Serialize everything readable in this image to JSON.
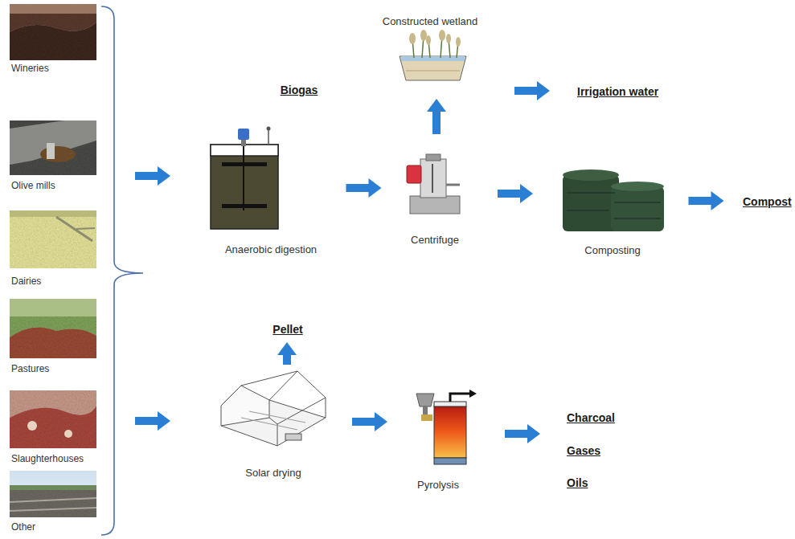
{
  "diagram": {
    "nodes": [
      {
        "text": [
          "Wineries"
        ]
      },
      {
        "text": [
          "Olive mills"
        ]
      },
      {
        "text": [
          "Dairies"
        ]
      },
      {
        "text": [
          "Pastures"
        ]
      },
      {
        "text": [
          "Slaughterhouses"
        ]
      },
      {
        "text": [
          "Other"
        ]
      },
      {
        "text": [
          "Biogas",
          "Anaerobic digestion"
        ]
      },
      {
        "text": [
          "Constructed wetland"
        ]
      },
      {
        "text": [
          "Irrigation water"
        ]
      },
      {
        "text": [
          "Centrifuge"
        ]
      },
      {
        "text": [
          "Composting"
        ]
      },
      {
        "text": [
          "Compost"
        ]
      },
      {
        "text": [
          "Pellet"
        ]
      },
      {
        "text": [
          "Solar drying"
        ]
      },
      {
        "text": [
          "Pyrolysis"
        ]
      },
      {
        "text": [
          "Charcoal",
          "Gases",
          "Oils"
        ]
      }
    ],
    "edges": [
      {
        "from": 6,
        "to": 9,
        "arrow": "to"
      },
      {
        "from": 9,
        "to": 7,
        "arrow": "to"
      },
      {
        "from": 7,
        "to": 8,
        "arrow": "to"
      },
      {
        "from": 9,
        "to": 10,
        "arrow": "to"
      },
      {
        "from": 10,
        "to": 11,
        "arrow": "to"
      },
      {
        "from": 13,
        "to": 12,
        "arrow": "to"
      },
      {
        "from": 13,
        "to": 14,
        "arrow": "to"
      },
      {
        "from": 14,
        "to": 15,
        "arrow": "to"
      }
    ]
  }
}
